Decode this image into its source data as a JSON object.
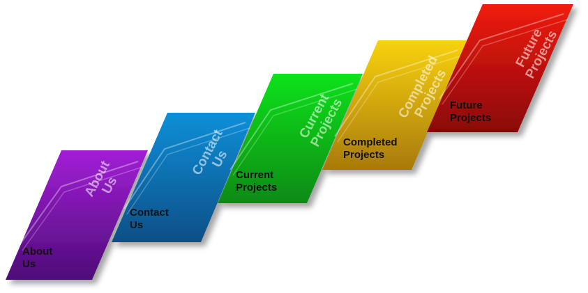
{
  "tiles": [
    {
      "id": "about",
      "label": "About\nUs",
      "watermark": "About\nUs",
      "color_top": "#a21fd6",
      "color_bottom": "#4e0c78"
    },
    {
      "id": "contact",
      "label": "Contact\nUs",
      "watermark": "Contact\nUs",
      "color_top": "#0c8fd8",
      "color_bottom": "#0a4f86"
    },
    {
      "id": "current",
      "label": "Current\nProjects",
      "watermark": "Current\nProjects",
      "color_top": "#0ce21a",
      "color_bottom": "#108a18"
    },
    {
      "id": "completed",
      "label": "Completed\nProjects",
      "watermark": "Completed\nProjects",
      "color_top": "#f8d210",
      "color_bottom": "#a87a06"
    },
    {
      "id": "future",
      "label": "Future\nProjects",
      "watermark": "Future\nProjects",
      "color_top": "#f01c10",
      "color_bottom": "#8a0606"
    }
  ]
}
